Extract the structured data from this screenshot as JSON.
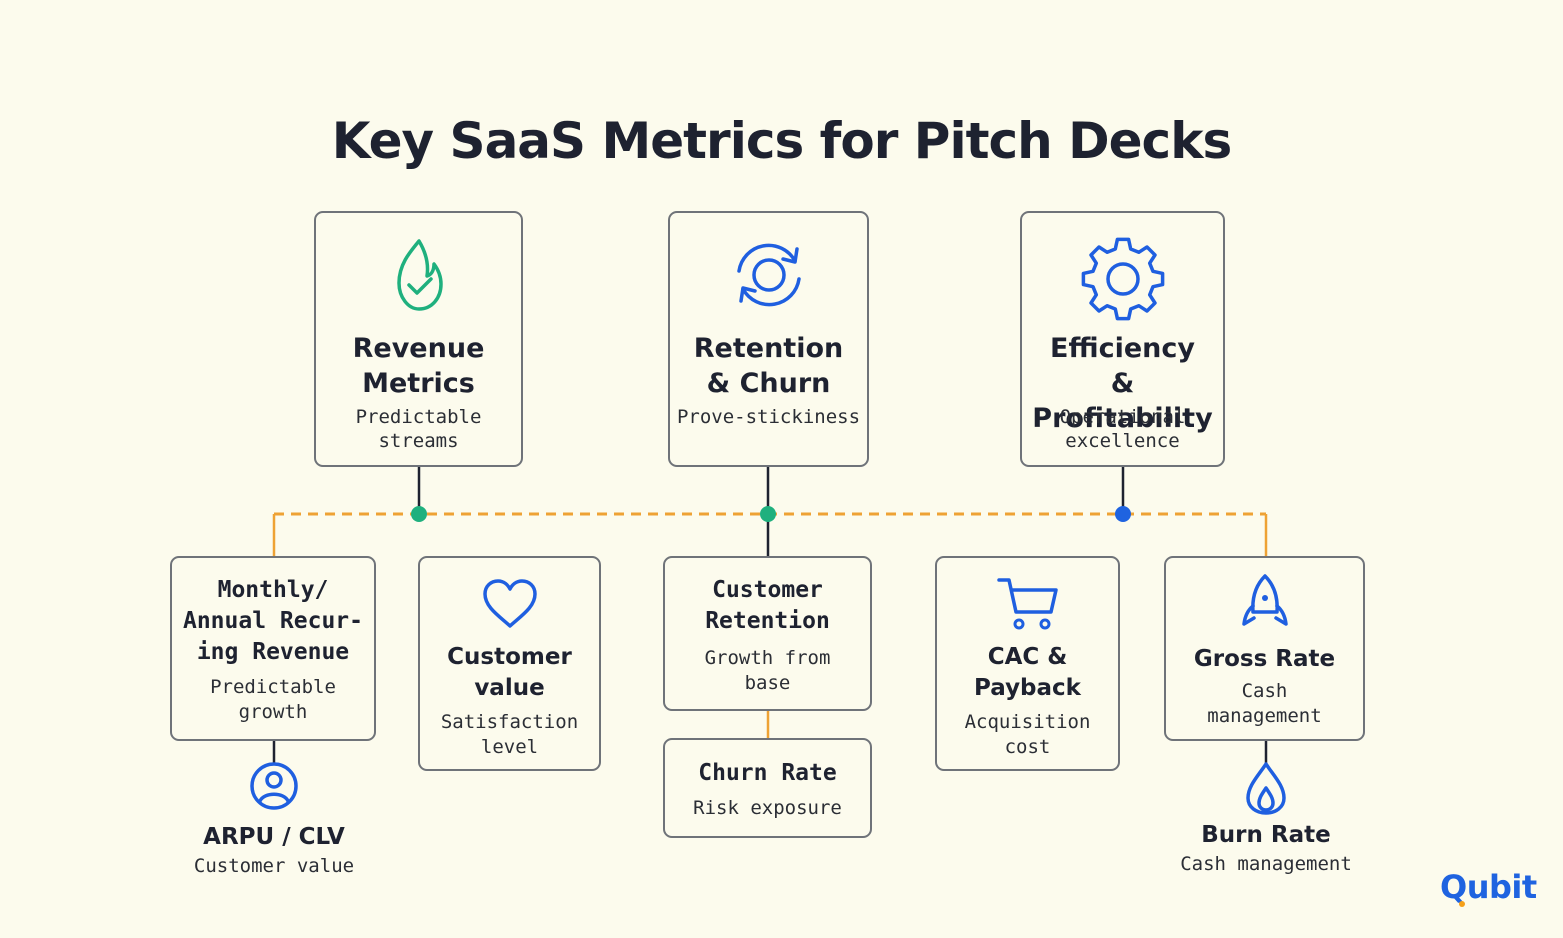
{
  "title": "Key SaaS Metrics for Pitch Decks",
  "colors": {
    "background": "#fcfbed",
    "border": "#6f7379",
    "dashed_line": "#eea234",
    "node_green": "#1fb07e",
    "node_blue": "#1f63e0",
    "icon_green": "#1fb07e",
    "icon_blue": "#1f5fe0",
    "logo_blue": "#1f63e0",
    "logo_dot": "#f5a019"
  },
  "categories": [
    {
      "title_lines": [
        "Revenue",
        "Metrics"
      ],
      "subtitle_lines": [
        "Predictable",
        "streams"
      ],
      "icon": "flame-check-icon"
    },
    {
      "title_lines": [
        "Retention",
        "& Churn"
      ],
      "subtitle_lines": [
        "Prove-stickiness"
      ],
      "icon": "refresh-cycle-icon"
    },
    {
      "title_lines": [
        "Efficiency",
        "& Profitability"
      ],
      "subtitle_lines": [
        "Operational",
        "excellence"
      ],
      "icon": "gear-icon"
    }
  ],
  "metrics": [
    {
      "title_lines": [
        "Monthly/",
        "Annual Recur-",
        "ing Revenue"
      ],
      "subtitle_lines": [
        "Predictable",
        "growth"
      ]
    },
    {
      "title_lines": [
        "Customer",
        "value"
      ],
      "subtitle_lines": [
        "Satisfaction",
        "level"
      ],
      "icon": "heart-icon"
    },
    {
      "title_lines": [
        "Customer",
        "Retention"
      ],
      "subtitle_lines": [
        "Growth from",
        "base"
      ]
    },
    {
      "title_lines": [
        "CAC &",
        "Payback"
      ],
      "subtitle_lines": [
        "Acquisition",
        "cost"
      ],
      "icon": "cart-icon"
    },
    {
      "title_lines": [
        "Gross Rate"
      ],
      "subtitle_lines": [
        "Cash",
        "management"
      ],
      "icon": "rocket-icon"
    },
    {
      "title_lines": [
        "Churn Rate"
      ],
      "subtitle_lines": [
        "Risk exposure"
      ]
    }
  ],
  "sub_metrics": [
    {
      "title": "ARPU / CLV",
      "subtitle": "Customer value",
      "icon": "user-circle-icon"
    },
    {
      "title": "Burn Rate",
      "subtitle": "Cash management",
      "icon": "flame-icon"
    }
  ],
  "logo": {
    "text": "Qubit"
  }
}
